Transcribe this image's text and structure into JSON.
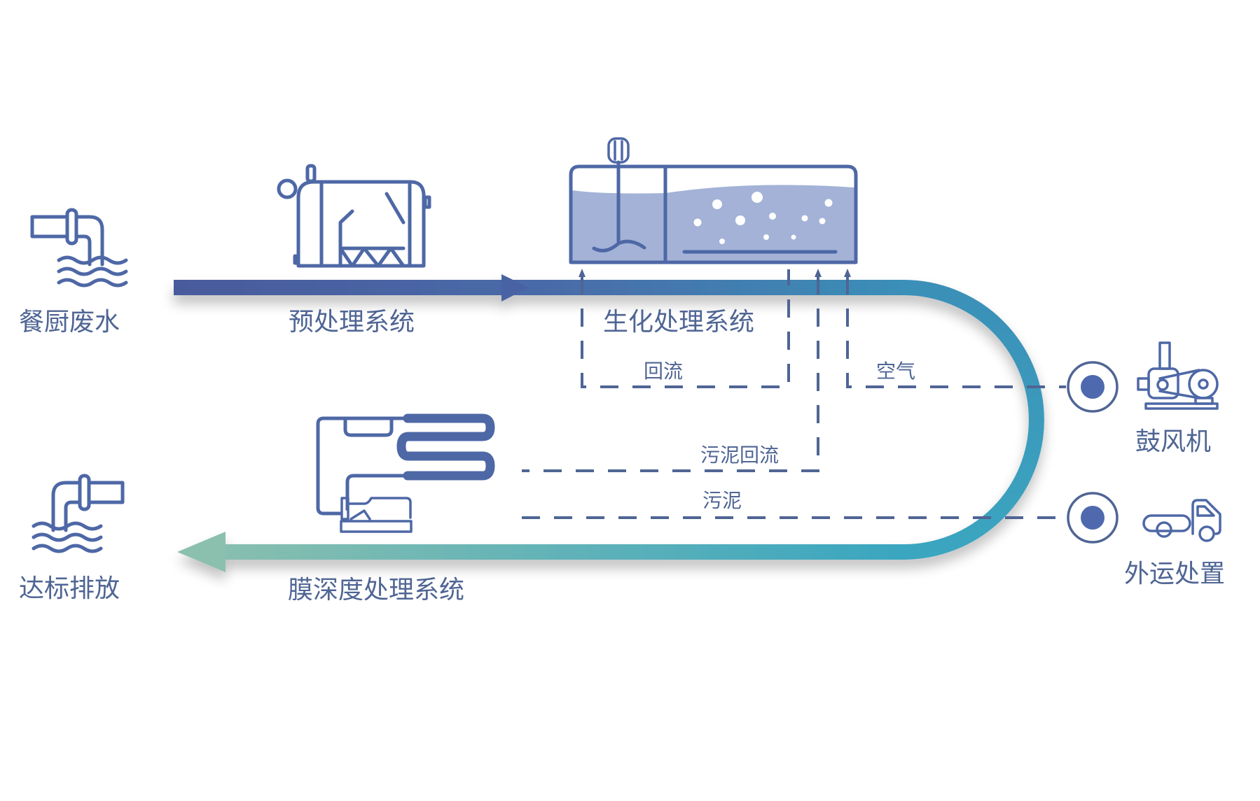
{
  "diagram": {
    "title": "",
    "nodes": {
      "source": {
        "label": "餐厨废水",
        "icon": "inlet-pipe-icon"
      },
      "pretreatment": {
        "label": "预处理系统",
        "icon": "pretreatment-tank-icon"
      },
      "biochemical": {
        "label": "生化处理系统",
        "icon": "aeration-tank-icon"
      },
      "membrane": {
        "label": "膜深度处理系统",
        "icon": "membrane-unit-icon"
      },
      "discharge": {
        "label": "达标排放",
        "icon": "outlet-pipe-icon"
      },
      "blower": {
        "label": "鼓风机",
        "icon": "blower-icon"
      },
      "disposal": {
        "label": "外运处置",
        "icon": "truck-icon"
      }
    },
    "flows": {
      "reflux": "回流",
      "air": "空气",
      "sludge_reflux": "污泥回流",
      "sludge": "污泥"
    },
    "colors": {
      "pipe_start": "#4a5a9c",
      "pipe_mid": "#3a8fb8",
      "pipe_end": "#8cc0ae",
      "icon": "#4e68a6",
      "water_fill": "#a3b2d6",
      "label": "#4f6594"
    }
  }
}
